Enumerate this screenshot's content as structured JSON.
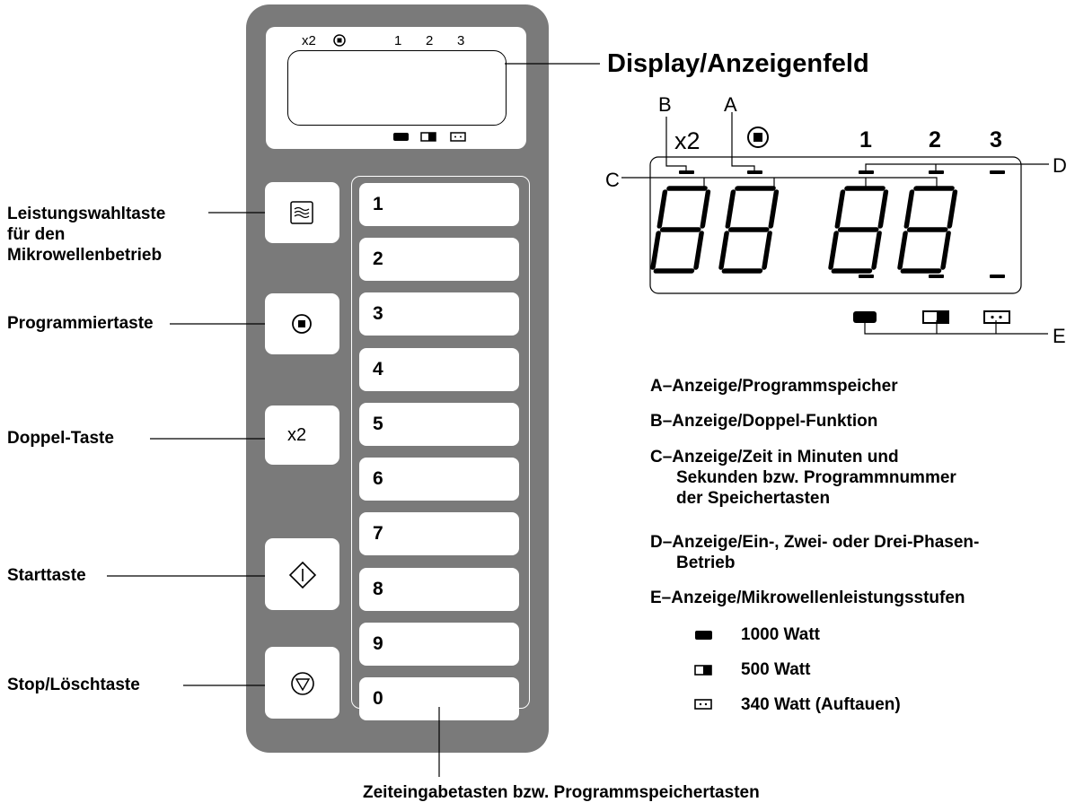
{
  "panel_display": {
    "indicators": [
      "x2",
      "1",
      "2",
      "3"
    ]
  },
  "left_labels": {
    "power": [
      "Leistungswahltaste",
      "für den",
      "Mikrowellenbetrieb"
    ],
    "program": "Programmiertaste",
    "double": "Doppel-Taste",
    "start": "Starttaste",
    "stop": "Stop/Löschtaste"
  },
  "keys": {
    "double_label": "x2",
    "numbers": [
      "1",
      "2",
      "3",
      "4",
      "5",
      "6",
      "7",
      "8",
      "9",
      "0"
    ]
  },
  "bottom_label": "Zeiteingabetasten bzw. Programmspeichertasten",
  "display_detail": {
    "title": "Display/Anzeigenfeld",
    "letters": [
      "A",
      "B",
      "C",
      "D",
      "E"
    ],
    "x2": "x2",
    "phases": [
      "1",
      "2",
      "3"
    ]
  },
  "legend": {
    "A": "A–Anzeige/Programmspeicher",
    "B": "B–Anzeige/Doppel-Funktion",
    "C": [
      "C–Anzeige/Zeit in Minuten und",
      "Sekunden bzw. Programmnummer",
      "der Speichertasten"
    ],
    "D": [
      "D–Anzeige/Ein-, Zwei- oder Drei-Phasen-",
      "Betrieb"
    ],
    "E": "E–Anzeige/Mikrowellenleistungsstufen",
    "watts": [
      "1000 Watt",
      "500 Watt",
      "340 Watt (Auftauen)"
    ]
  }
}
